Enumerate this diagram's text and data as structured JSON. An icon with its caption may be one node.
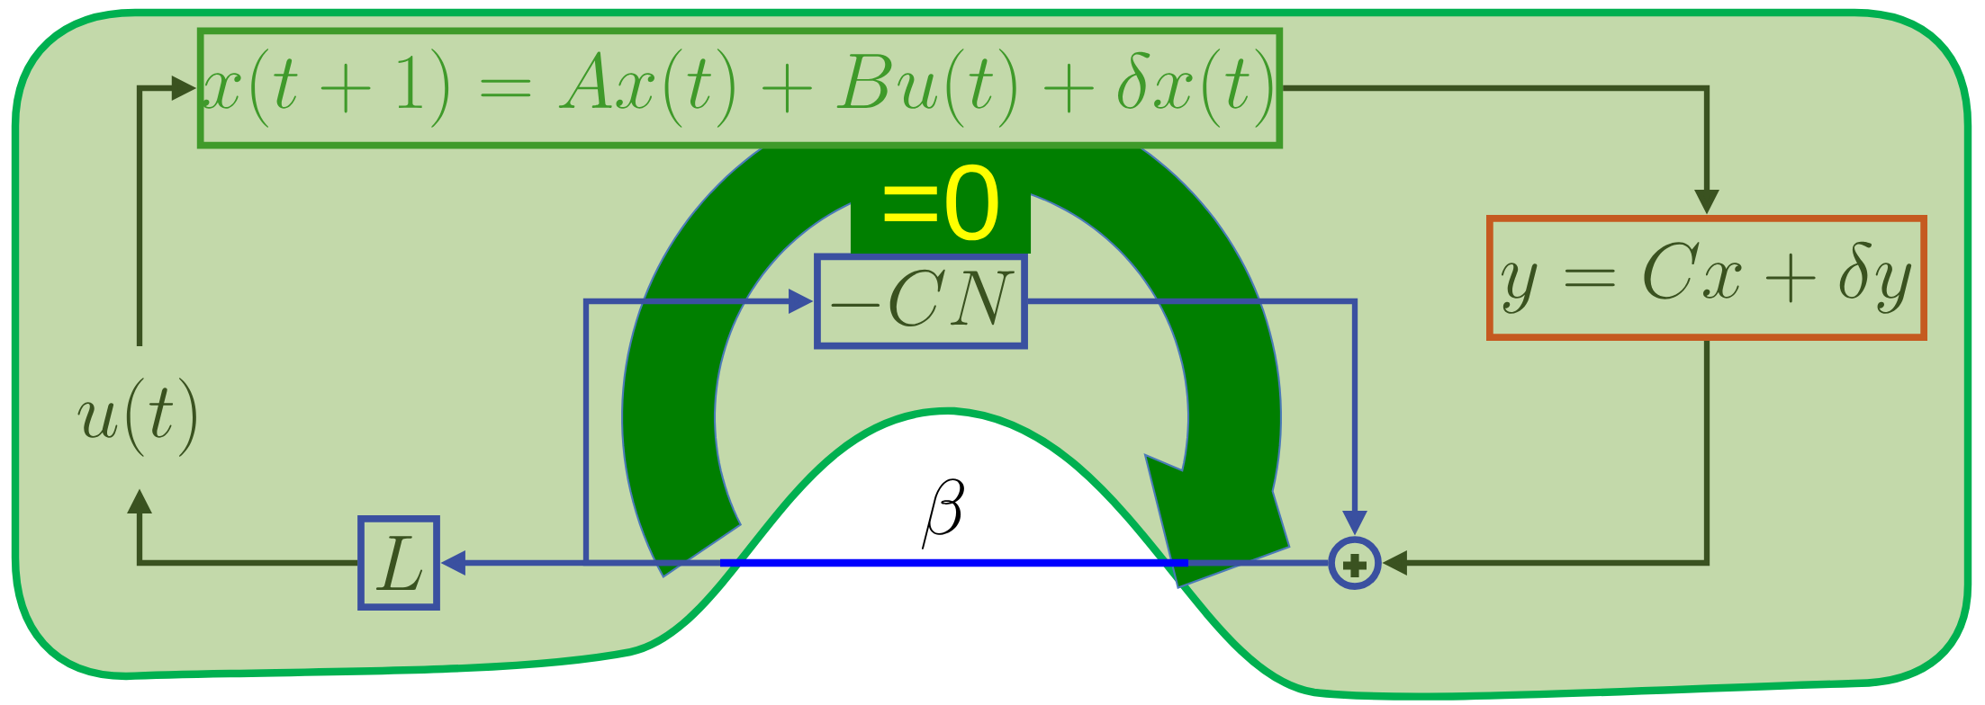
{
  "diagram": {
    "nodes": [
      {
        "text": [
          "x(t+1) = Ax(t) + Bu(t) + \\delta x(t)"
        ]
      },
      {
        "text": [
          "y = Cx + \\delta y"
        ]
      },
      {
        "text": [
          "-CN"
        ]
      },
      {
        "text": [],
        "shape": "circle"
      },
      {
        "text": [
          "L"
        ]
      },
      {
        "text": [
          "u(t)"
        ]
      },
      {
        "text": [
          "=0"
        ]
      }
    ],
    "edges": [
      {
        "from": 5,
        "to": 0,
        "arrow": "to"
      },
      {
        "from": 0,
        "to": 1,
        "arrow": "to"
      },
      {
        "from": 1,
        "to": 3,
        "arrow": "to"
      },
      {
        "from": 3,
        "to": 4,
        "arrow": "to",
        "color": "#3a50a0"
      },
      {
        "from": 3,
        "to": 2,
        "arrow": "to",
        "color": "#3a50a0"
      },
      {
        "from": 2,
        "to": 3,
        "arrow": "to",
        "color": "#3a50a0"
      },
      {
        "from": 4,
        "to": 5,
        "arrow": "to"
      }
    ],
    "labels": [
      "\\beta"
    ]
  }
}
